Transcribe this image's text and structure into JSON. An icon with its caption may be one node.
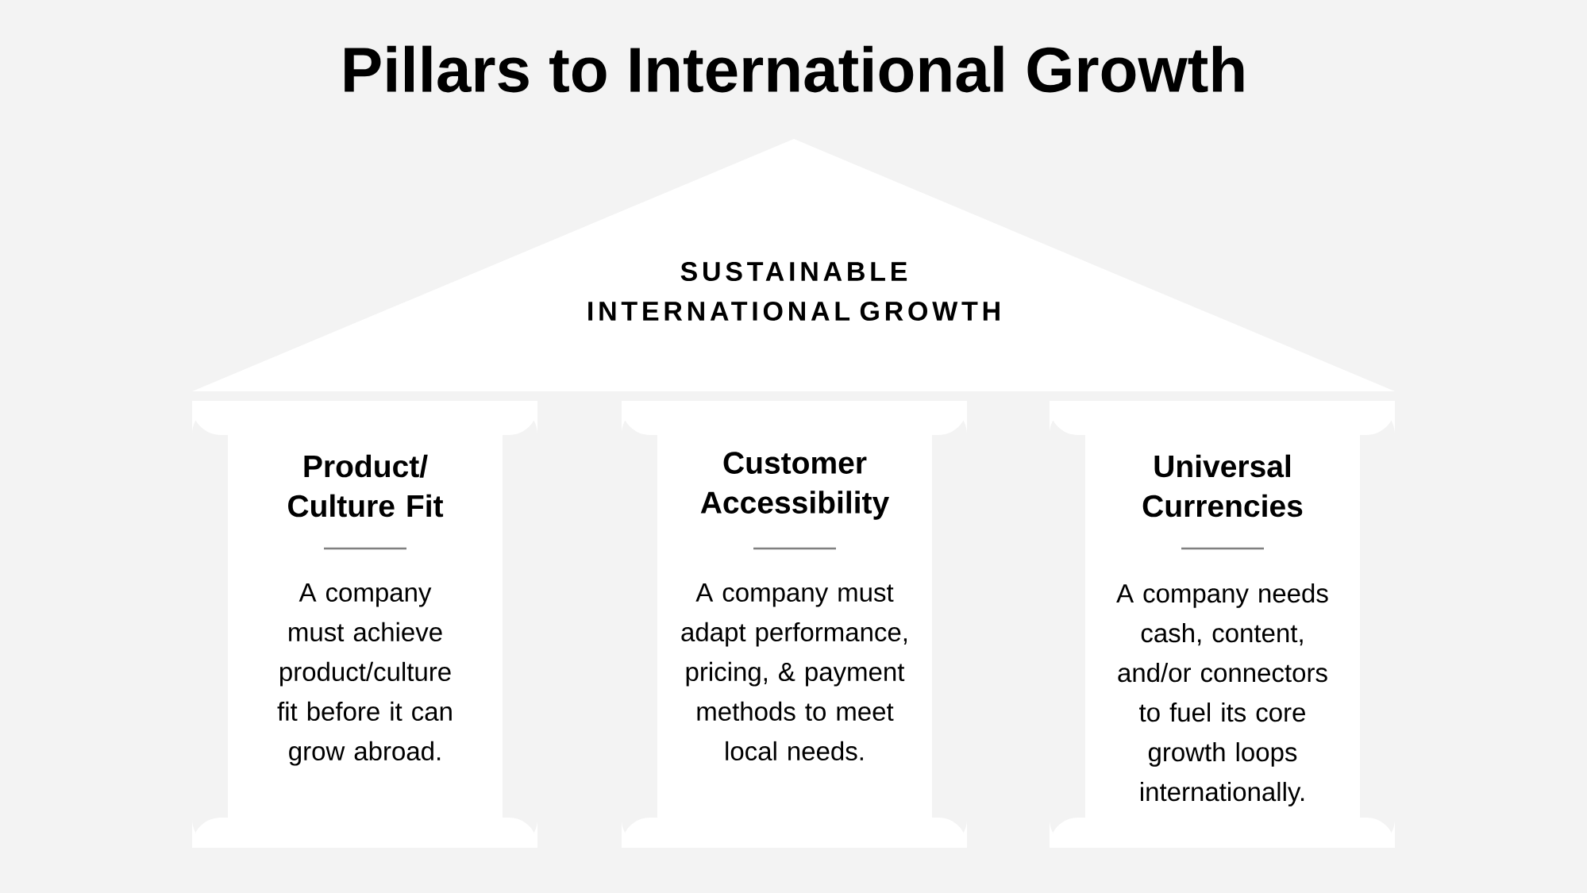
{
  "diagram": {
    "title": "Pillars to International Growth",
    "nodes": [
      {
        "text": [
          "SUSTAINABLE INTERNATIONAL GROWTH"
        ]
      },
      {
        "text": [
          "Product/ Culture Fit",
          "A company must achieve product/culture fit before it can grow abroad."
        ]
      },
      {
        "text": [
          "Customer Accessibility",
          "A company must adapt performance, pricing, & payment methods to meet local needs."
        ]
      },
      {
        "text": [
          "Universal Currencies",
          "A company needs cash, content, and/or connectors to fuel its core growth loops internationally."
        ]
      }
    ],
    "edges": []
  }
}
